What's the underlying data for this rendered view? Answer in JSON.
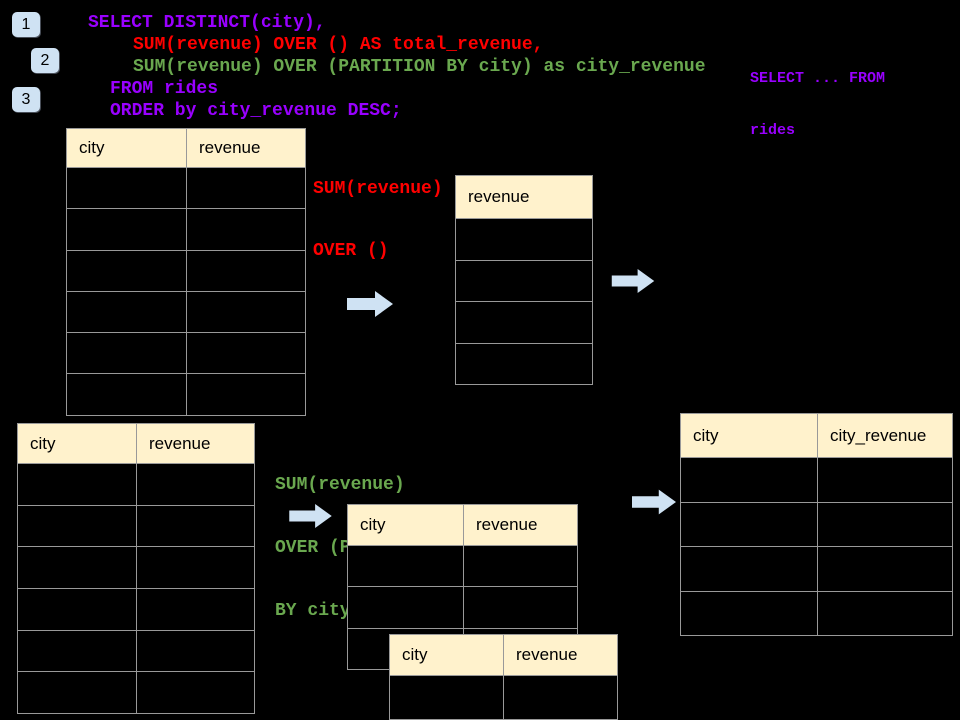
{
  "badges": [
    {
      "label": "1"
    },
    {
      "label": "2"
    },
    {
      "label": "3"
    }
  ],
  "code": {
    "lines": [
      {
        "text": "SELECT DISTINCT(city),",
        "color": "purple"
      },
      {
        "text": "SUM(revenue) OVER () AS total_revenue,",
        "color": "red"
      },
      {
        "text": "SUM(revenue) OVER (PARTITION BY city) as city_revenue",
        "color": "green"
      },
      {
        "text": "FROM rides",
        "color": "purple"
      },
      {
        "text": "ORDER by city_revenue DESC;",
        "color": "purple"
      }
    ]
  },
  "side_note": {
    "line1": "SELECT ... FROM",
    "line2": "rides"
  },
  "labels": {
    "total": {
      "line1": "SUM(revenue)",
      "line2": "OVER ()"
    },
    "partition": {
      "line1": "SUM(revenue)",
      "line2": "OVER (PARTITION",
      "line3": "BY city)"
    }
  },
  "tables": {
    "source_top": {
      "columns": [
        "city",
        "revenue"
      ],
      "row_count": 6
    },
    "total_col": {
      "columns": [
        "revenue"
      ],
      "row_count": 4
    },
    "source_bottom": {
      "columns": [
        "city",
        "revenue"
      ],
      "row_count": 6
    },
    "partition_mid": {
      "columns": [
        "city",
        "revenue"
      ],
      "row_count": 3
    },
    "partition_overlay": {
      "columns": [
        "city",
        "revenue"
      ],
      "row_count": 1
    },
    "city_revenue": {
      "columns": [
        "city",
        "city_revenue"
      ],
      "row_count": 4
    }
  },
  "colors": {
    "purple": "#9900ff",
    "red": "#ff0000",
    "green": "#6aa84f",
    "header_bg": "#fff2cc",
    "arrow_fill": "#cfe2f3",
    "table_border": "#999999",
    "background": "#000000"
  }
}
